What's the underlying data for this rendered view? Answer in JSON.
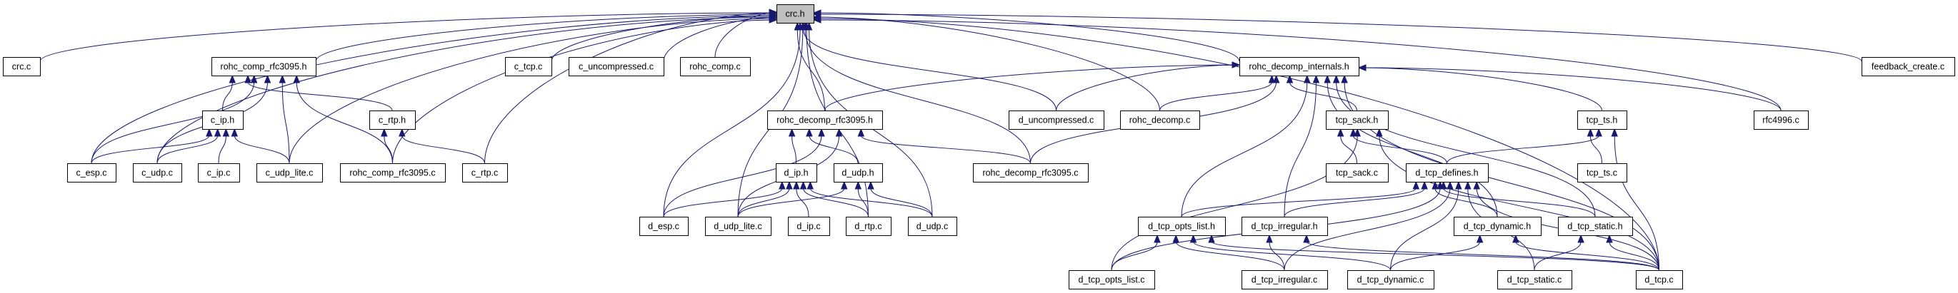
{
  "title": "crc.h include dependency graph",
  "colors": {
    "edge": "#191970",
    "node_fill": "#ffffff",
    "focus_fill": "#bfbfbf",
    "node_border": "#000000"
  },
  "focus_node": "crc.h",
  "nodes": [
    {
      "id": "crc_h",
      "label": "crc.h"
    },
    {
      "id": "crc_c",
      "label": "crc.c"
    },
    {
      "id": "rohc_comp_rfc3095_h",
      "label": "rohc_comp_rfc3095.h"
    },
    {
      "id": "c_tcp_c",
      "label": "c_tcp.c"
    },
    {
      "id": "c_uncompressed_c",
      "label": "c_uncompressed.c"
    },
    {
      "id": "rohc_comp_c",
      "label": "rohc_comp.c"
    },
    {
      "id": "rohc_decomp_internals_h",
      "label": "rohc_decomp_internals.h"
    },
    {
      "id": "feedback_create_c",
      "label": "feedback_create.c"
    },
    {
      "id": "c_ip_h",
      "label": "c_ip.h"
    },
    {
      "id": "c_rtp_h",
      "label": "c_rtp.h"
    },
    {
      "id": "rohc_decomp_rfc3095_h",
      "label": "rohc_decomp_rfc3095.h"
    },
    {
      "id": "d_uncompressed_c",
      "label": "d_uncompressed.c"
    },
    {
      "id": "rohc_decomp_c",
      "label": "rohc_decomp.c"
    },
    {
      "id": "tcp_sack_h",
      "label": "tcp_sack.h"
    },
    {
      "id": "tcp_ts_h",
      "label": "tcp_ts.h"
    },
    {
      "id": "rfc4996_c",
      "label": "rfc4996.c"
    },
    {
      "id": "c_esp_c",
      "label": "c_esp.c"
    },
    {
      "id": "c_udp_c",
      "label": "c_udp.c"
    },
    {
      "id": "c_ip_c",
      "label": "c_ip.c"
    },
    {
      "id": "c_udp_lite_c",
      "label": "c_udp_lite.c"
    },
    {
      "id": "rohc_comp_rfc3095_c",
      "label": "rohc_comp_rfc3095.c"
    },
    {
      "id": "c_rtp_c",
      "label": "c_rtp.c"
    },
    {
      "id": "d_ip_h",
      "label": "d_ip.h"
    },
    {
      "id": "d_udp_h",
      "label": "d_udp.h"
    },
    {
      "id": "rohc_decomp_rfc3095_c",
      "label": "rohc_decomp_rfc3095.c"
    },
    {
      "id": "tcp_sack_c",
      "label": "tcp_sack.c"
    },
    {
      "id": "d_tcp_defines_h",
      "label": "d_tcp_defines.h"
    },
    {
      "id": "tcp_ts_c",
      "label": "tcp_ts.c"
    },
    {
      "id": "d_esp_c",
      "label": "d_esp.c"
    },
    {
      "id": "d_udp_lite_c",
      "label": "d_udp_lite.c"
    },
    {
      "id": "d_ip_c",
      "label": "d_ip.c"
    },
    {
      "id": "d_rtp_c",
      "label": "d_rtp.c"
    },
    {
      "id": "d_udp_c",
      "label": "d_udp.c"
    },
    {
      "id": "d_tcp_opts_list_h",
      "label": "d_tcp_opts_list.h"
    },
    {
      "id": "d_tcp_irregular_h",
      "label": "d_tcp_irregular.h"
    },
    {
      "id": "d_tcp_dynamic_h",
      "label": "d_tcp_dynamic.h"
    },
    {
      "id": "d_tcp_static_h",
      "label": "d_tcp_static.h"
    },
    {
      "id": "d_tcp_opts_list_c",
      "label": "d_tcp_opts_list.c"
    },
    {
      "id": "d_tcp_irregular_c",
      "label": "d_tcp_irregular.c"
    },
    {
      "id": "d_tcp_dynamic_c",
      "label": "d_tcp_dynamic.c"
    },
    {
      "id": "d_tcp_static_c",
      "label": "d_tcp_static.c"
    },
    {
      "id": "d_tcp_c",
      "label": "d_tcp.c"
    }
  ],
  "edges": [
    [
      "crc_c",
      "crc_h"
    ],
    [
      "rohc_comp_rfc3095_h",
      "crc_h"
    ],
    [
      "c_tcp_c",
      "crc_h"
    ],
    [
      "c_uncompressed_c",
      "crc_h"
    ],
    [
      "rohc_comp_c",
      "crc_h"
    ],
    [
      "rohc_decomp_internals_h",
      "crc_h"
    ],
    [
      "feedback_create_c",
      "crc_h"
    ],
    [
      "c_esp_c",
      "crc_h"
    ],
    [
      "c_udp_c",
      "crc_h"
    ],
    [
      "c_udp_lite_c",
      "crc_h"
    ],
    [
      "rohc_comp_rfc3095_c",
      "crc_h"
    ],
    [
      "c_rtp_c",
      "crc_h"
    ],
    [
      "rohc_decomp_rfc3095_h",
      "crc_h"
    ],
    [
      "d_uncompressed_c",
      "crc_h"
    ],
    [
      "rohc_decomp_c",
      "crc_h"
    ],
    [
      "rohc_decomp_rfc3095_c",
      "crc_h"
    ],
    [
      "rfc4996_c",
      "crc_h"
    ],
    [
      "d_esp_c",
      "crc_h"
    ],
    [
      "d_udp_lite_c",
      "crc_h"
    ],
    [
      "d_rtp_c",
      "crc_h"
    ],
    [
      "d_udp_c",
      "crc_h"
    ],
    [
      "d_tcp_c",
      "crc_h"
    ],
    [
      "c_ip_h",
      "rohc_comp_rfc3095_h"
    ],
    [
      "c_rtp_h",
      "rohc_comp_rfc3095_h"
    ],
    [
      "c_esp_c",
      "rohc_comp_rfc3095_h"
    ],
    [
      "c_udp_c",
      "rohc_comp_rfc3095_h"
    ],
    [
      "c_udp_lite_c",
      "rohc_comp_rfc3095_h"
    ],
    [
      "rohc_comp_rfc3095_c",
      "rohc_comp_rfc3095_h"
    ],
    [
      "c_esp_c",
      "c_ip_h"
    ],
    [
      "c_udp_c",
      "c_ip_h"
    ],
    [
      "c_ip_c",
      "c_ip_h"
    ],
    [
      "c_udp_lite_c",
      "c_ip_h"
    ],
    [
      "rohc_comp_rfc3095_c",
      "c_rtp_h"
    ],
    [
      "c_rtp_c",
      "c_rtp_h"
    ],
    [
      "rohc_decomp_rfc3095_h",
      "rohc_decomp_internals_h"
    ],
    [
      "d_uncompressed_c",
      "rohc_decomp_internals_h"
    ],
    [
      "rohc_decomp_c",
      "rohc_decomp_internals_h"
    ],
    [
      "rohc_decomp_rfc3095_c",
      "rohc_decomp_internals_h"
    ],
    [
      "tcp_sack_h",
      "rohc_decomp_internals_h"
    ],
    [
      "tcp_ts_h",
      "rohc_decomp_internals_h"
    ],
    [
      "rfc4996_c",
      "rohc_decomp_internals_h"
    ],
    [
      "d_tcp_opts_list_h",
      "rohc_decomp_internals_h"
    ],
    [
      "d_tcp_irregular_h",
      "rohc_decomp_internals_h"
    ],
    [
      "d_tcp_dynamic_h",
      "rohc_decomp_internals_h"
    ],
    [
      "d_tcp_static_h",
      "rohc_decomp_internals_h"
    ],
    [
      "d_tcp_c",
      "rohc_decomp_internals_h"
    ],
    [
      "d_ip_h",
      "rohc_decomp_rfc3095_h"
    ],
    [
      "d_udp_h",
      "rohc_decomp_rfc3095_h"
    ],
    [
      "d_esp_c",
      "rohc_decomp_rfc3095_h"
    ],
    [
      "d_udp_lite_c",
      "rohc_decomp_rfc3095_h"
    ],
    [
      "rohc_decomp_rfc3095_c",
      "rohc_decomp_rfc3095_h"
    ],
    [
      "d_esp_c",
      "d_ip_h"
    ],
    [
      "d_udp_lite_c",
      "d_ip_h"
    ],
    [
      "d_ip_c",
      "d_ip_h"
    ],
    [
      "d_rtp_c",
      "d_ip_h"
    ],
    [
      "d_udp_c",
      "d_ip_h"
    ],
    [
      "d_udp_lite_c",
      "d_udp_h"
    ],
    [
      "d_rtp_c",
      "d_udp_h"
    ],
    [
      "d_udp_c",
      "d_udp_h"
    ],
    [
      "tcp_sack_c",
      "tcp_sack_h"
    ],
    [
      "d_tcp_defines_h",
      "tcp_sack_h"
    ],
    [
      "d_tcp_opts_list_c",
      "tcp_sack_h"
    ],
    [
      "d_tcp_c",
      "tcp_sack_h"
    ],
    [
      "tcp_ts_c",
      "tcp_ts_h"
    ],
    [
      "d_tcp_defines_h",
      "tcp_ts_h"
    ],
    [
      "d_tcp_c",
      "tcp_ts_h"
    ],
    [
      "d_tcp_opts_list_h",
      "d_tcp_defines_h"
    ],
    [
      "d_tcp_irregular_h",
      "d_tcp_defines_h"
    ],
    [
      "d_tcp_dynamic_h",
      "d_tcp_defines_h"
    ],
    [
      "d_tcp_static_h",
      "d_tcp_defines_h"
    ],
    [
      "d_tcp_opts_list_c",
      "d_tcp_defines_h"
    ],
    [
      "d_tcp_irregular_c",
      "d_tcp_defines_h"
    ],
    [
      "d_tcp_dynamic_c",
      "d_tcp_defines_h"
    ],
    [
      "d_tcp_static_c",
      "d_tcp_defines_h"
    ],
    [
      "d_tcp_c",
      "d_tcp_defines_h"
    ],
    [
      "d_tcp_opts_list_c",
      "d_tcp_opts_list_h"
    ],
    [
      "d_tcp_irregular_c",
      "d_tcp_opts_list_h"
    ],
    [
      "d_tcp_dynamic_c",
      "d_tcp_opts_list_h"
    ],
    [
      "d_tcp_c",
      "d_tcp_opts_list_h"
    ],
    [
      "d_tcp_irregular_c",
      "d_tcp_irregular_h"
    ],
    [
      "d_tcp_c",
      "d_tcp_irregular_h"
    ],
    [
      "d_tcp_dynamic_c",
      "d_tcp_dynamic_h"
    ],
    [
      "d_tcp_c",
      "d_tcp_dynamic_h"
    ],
    [
      "d_tcp_static_c",
      "d_tcp_static_h"
    ],
    [
      "d_tcp_c",
      "d_tcp_static_h"
    ]
  ]
}
